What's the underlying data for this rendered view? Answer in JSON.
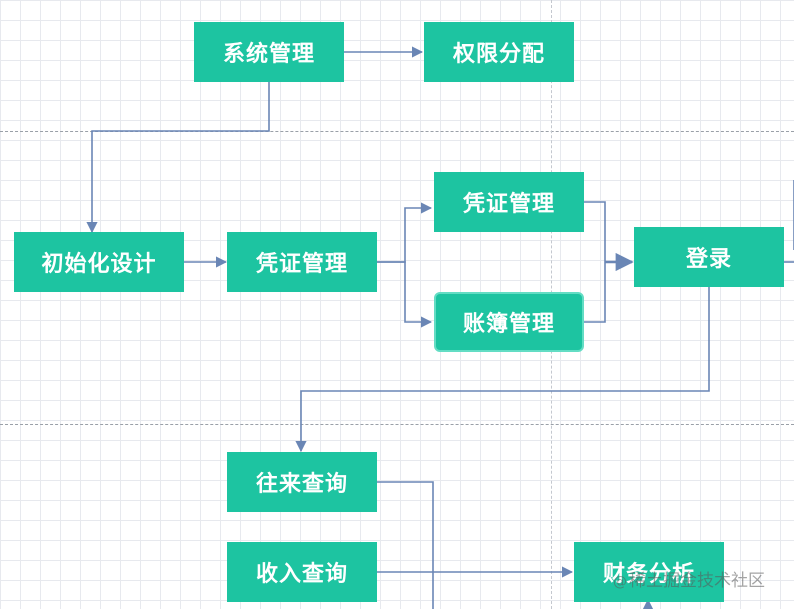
{
  "colors": {
    "node_fill": "#1dc4a1",
    "connector": "#6a86b5"
  },
  "nodes": {
    "system_mgmt": "系统管理",
    "permission_assign": "权限分配",
    "init_design": "初始化设计",
    "voucher_mgmt_main": "凭证管理",
    "voucher_mgmt_branch": "凭证管理",
    "ledger_mgmt": "账簿管理",
    "login": "登录",
    "transaction_query": "往来查询",
    "income_query": "收入查询",
    "financial_analysis": "财务分析"
  },
  "watermark": {
    "at": "@",
    "text": "稀土掘金技术社区"
  }
}
